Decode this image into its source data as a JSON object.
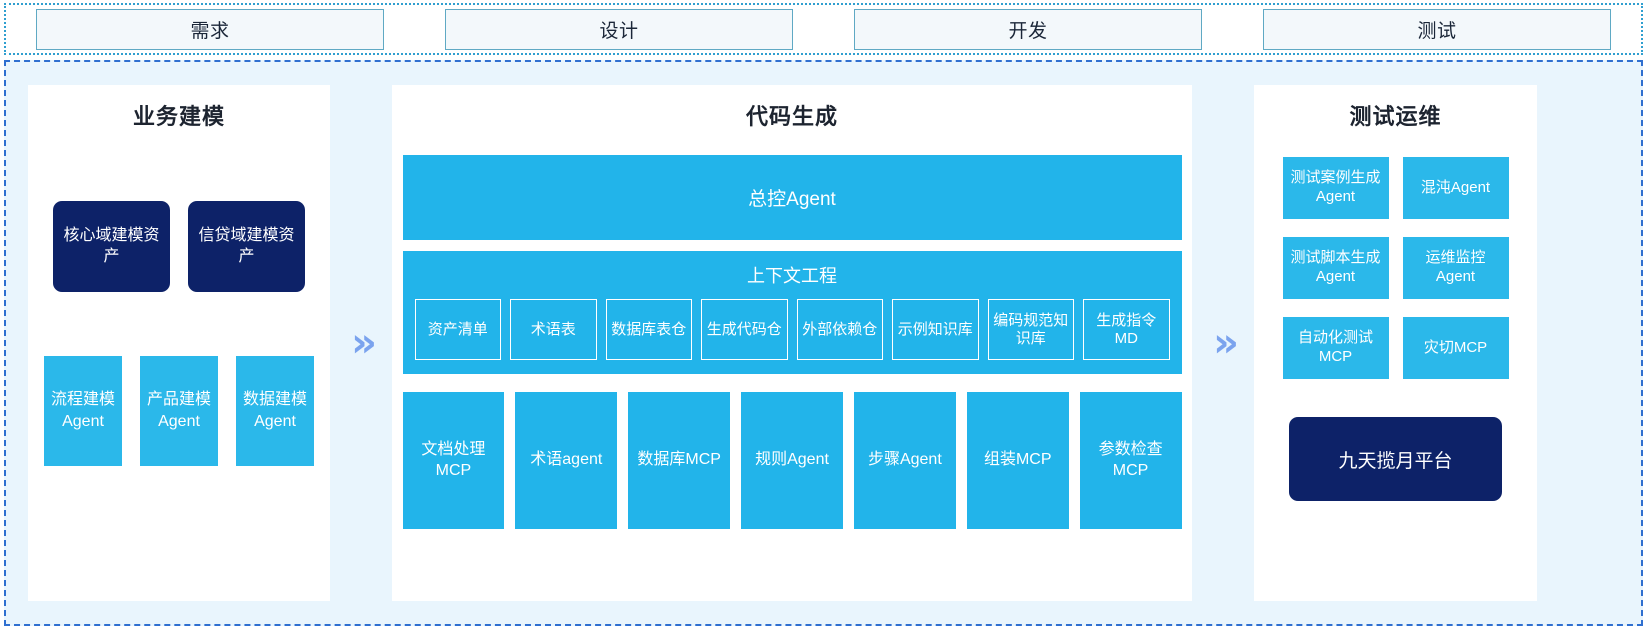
{
  "stages": [
    {
      "label": "需求"
    },
    {
      "label": "设计"
    },
    {
      "label": "开发"
    },
    {
      "label": "测试"
    }
  ],
  "separators": {
    "chevron_glyph": "»",
    "chevron_color": "#7ba3ee"
  },
  "colors": {
    "cyan": "#22b4ea",
    "navy": "#0d2268",
    "panel_bg": "#ffffff",
    "canvas_bg": "#e9f5fd",
    "stage_border": "#5fa9c4",
    "dashed_border": "#2f6fd0"
  },
  "left_panel": {
    "title": "业务建模",
    "assets": [
      {
        "label": "核心域建模资产"
      },
      {
        "label": "信贷域建模资产"
      }
    ],
    "agents": [
      {
        "label": "流程建模Agent"
      },
      {
        "label": "产品建模Agent"
      },
      {
        "label": "数据建模Agent"
      }
    ]
  },
  "center_panel": {
    "title": "代码生成",
    "master_agent": "总控Agent",
    "context": {
      "title": "上下文工程",
      "items": [
        {
          "label": "资产清单"
        },
        {
          "label": "术语表"
        },
        {
          "label": "数据库表仓"
        },
        {
          "label": "生成代码仓"
        },
        {
          "label": "外部依赖仓"
        },
        {
          "label": "示例知识库"
        },
        {
          "label": "编码规范知识库"
        },
        {
          "label": "生成指令MD"
        }
      ]
    },
    "mcps": [
      {
        "label": "文档处理MCP"
      },
      {
        "label": "术语agent"
      },
      {
        "label": "数据库MCP"
      },
      {
        "label": "规则Agent"
      },
      {
        "label": "步骤Agent"
      },
      {
        "label": "组装MCP"
      },
      {
        "label": "参数检查MCP"
      }
    ]
  },
  "right_panel": {
    "title": "测试运维",
    "cards": [
      {
        "label": "测试案例生成Agent"
      },
      {
        "label": "混沌Agent"
      },
      {
        "label": "测试脚本生成Agent"
      },
      {
        "label": "运维监控Agent"
      },
      {
        "label": "自动化测试MCP"
      },
      {
        "label": "灾切MCP"
      }
    ],
    "platform": "九天揽月平台"
  }
}
